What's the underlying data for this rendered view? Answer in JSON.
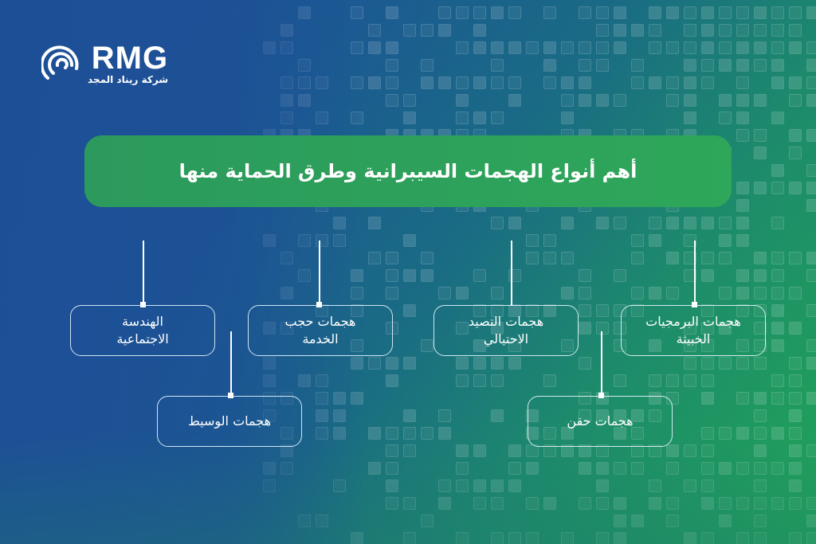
{
  "logo": {
    "name": "RMG",
    "subtitle": "شركة ريناد المجد",
    "icon": "signal-spiral-icon"
  },
  "title": "أهم أنواع الهجمات السيبرانية وطرق الحماية منها",
  "diagram": {
    "type": "attack-types-tree",
    "top_row": [
      {
        "id": "social-engineering",
        "label": "الهندسة\nالاجتماعية"
      },
      {
        "id": "dos",
        "label": "هجمات حجب\nالخدمة"
      },
      {
        "id": "phishing",
        "label": "هجمات التصيد\nالاحتيالي"
      },
      {
        "id": "malware",
        "label": "هجمات البرمجيات\nالخبيثة"
      }
    ],
    "bottom_row": [
      {
        "id": "mitm",
        "label": "هجمات الوسيط"
      },
      {
        "id": "injection",
        "label": "هجمات حقن"
      }
    ]
  },
  "colors": {
    "bg_start": "#1d4f96",
    "bg_end": "#21a457",
    "title_bar": "#2ea75a",
    "line": "#ffffff"
  }
}
